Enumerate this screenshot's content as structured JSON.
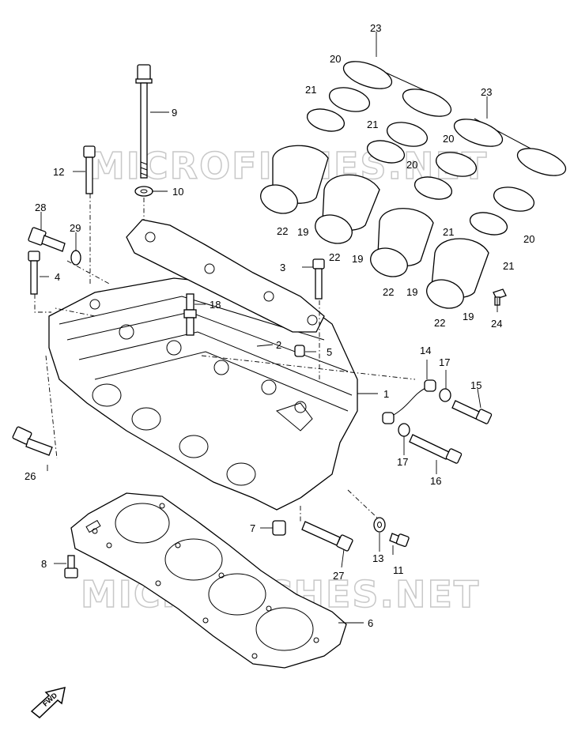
{
  "watermark": "MICROFICHES.NET",
  "direction_badge": "FWD",
  "callouts": [
    {
      "id": "c1",
      "text": "1"
    },
    {
      "id": "c2",
      "text": "2"
    },
    {
      "id": "c3",
      "text": "3"
    },
    {
      "id": "c4",
      "text": "4"
    },
    {
      "id": "c5",
      "text": "5"
    },
    {
      "id": "c6",
      "text": "6"
    },
    {
      "id": "c7",
      "text": "7"
    },
    {
      "id": "c8",
      "text": "8"
    },
    {
      "id": "c9",
      "text": "9"
    },
    {
      "id": "c10",
      "text": "10"
    },
    {
      "id": "c11",
      "text": "11"
    },
    {
      "id": "c12",
      "text": "12"
    },
    {
      "id": "c13",
      "text": "13"
    },
    {
      "id": "c14",
      "text": "14"
    },
    {
      "id": "c15",
      "text": "15"
    },
    {
      "id": "c16",
      "text": "16"
    },
    {
      "id": "c17a",
      "text": "17"
    },
    {
      "id": "c17b",
      "text": "17"
    },
    {
      "id": "c18",
      "text": "18"
    },
    {
      "id": "c19a",
      "text": "19"
    },
    {
      "id": "c19b",
      "text": "19"
    },
    {
      "id": "c19c",
      "text": "19"
    },
    {
      "id": "c19d",
      "text": "19"
    },
    {
      "id": "c20a",
      "text": "20"
    },
    {
      "id": "c20b",
      "text": "20"
    },
    {
      "id": "c20c",
      "text": "20"
    },
    {
      "id": "c20d",
      "text": "20"
    },
    {
      "id": "c21a",
      "text": "21"
    },
    {
      "id": "c21b",
      "text": "21"
    },
    {
      "id": "c21c",
      "text": "21"
    },
    {
      "id": "c21d",
      "text": "21"
    },
    {
      "id": "c22a",
      "text": "22"
    },
    {
      "id": "c22b",
      "text": "22"
    },
    {
      "id": "c22c",
      "text": "22"
    },
    {
      "id": "c22d",
      "text": "22"
    },
    {
      "id": "c23a",
      "text": "23"
    },
    {
      "id": "c23b",
      "text": "23"
    },
    {
      "id": "c24",
      "text": "24"
    },
    {
      "id": "c26",
      "text": "26"
    },
    {
      "id": "c27",
      "text": "27"
    },
    {
      "id": "c28",
      "text": "28"
    },
    {
      "id": "c29",
      "text": "29"
    }
  ]
}
